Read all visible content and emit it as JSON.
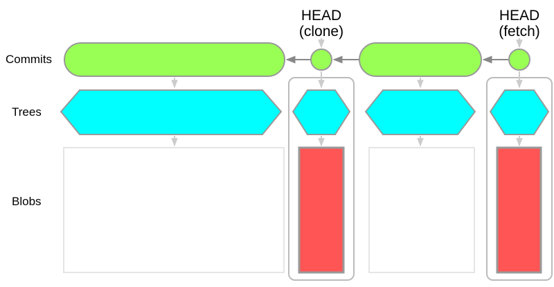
{
  "row_labels": {
    "commits": "Commits",
    "trees": "Trees",
    "blobs": "Blobs"
  },
  "heads": [
    {
      "line1": "HEAD",
      "line2": "(clone)"
    },
    {
      "line1": "HEAD",
      "line2": "(fetch)"
    }
  ],
  "colors": {
    "commit_fill": "#99ff55",
    "tree_fill": "#00ffff",
    "blob_fill": "#ff5555",
    "shape_stroke": "#999999",
    "group_stroke": "#bbbbbb",
    "placeholder_stroke": "#e5e5e5",
    "arrow": "#888888",
    "arrow_light": "#cccccc"
  }
}
